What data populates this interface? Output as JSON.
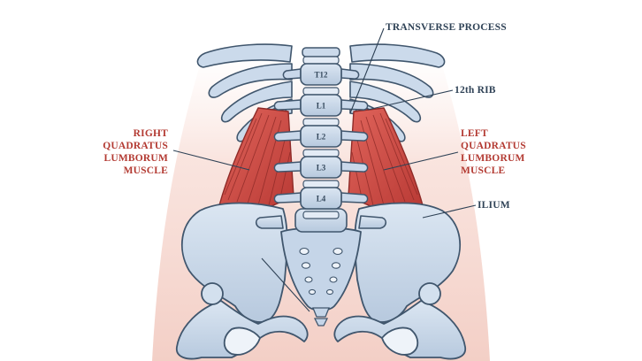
{
  "labels": {
    "transverse_process": "TRANSVERSE PROCESS",
    "rib_12": "12th RIB",
    "ilium": "ILIUM",
    "right_qlm": [
      "RIGHT",
      "QUADRATUS",
      "LUMBORUM",
      "MUSCLE"
    ],
    "left_qlm": [
      "LEFT",
      "QUADRATUS",
      "LUMBORUM",
      "MUSCLE"
    ]
  },
  "vertebrae": [
    "T12",
    "L1",
    "L2",
    "L3",
    "L4"
  ],
  "colors": {
    "bone_fill": "#c9d8ea",
    "bone_stroke": "#40566d",
    "muscle": "#cf4a44",
    "muscle_dark": "#8e2a27",
    "label_red": "#b33a32",
    "label_dark": "#2f4256",
    "glow": "#f6d9d2"
  }
}
